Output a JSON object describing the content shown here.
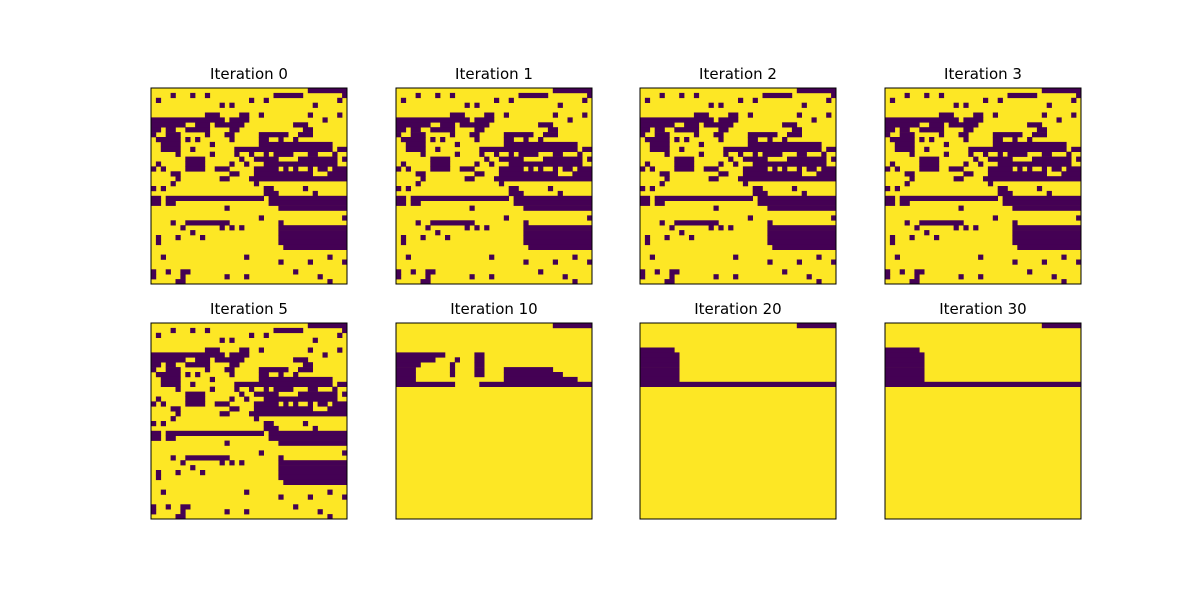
{
  "chart_data": {
    "type": "heatmap",
    "grid_size": 40,
    "colors": {
      "on": "#fde725",
      "off": "#440154",
      "frame": "#000000"
    },
    "axes_ticks": "none",
    "panels": [
      {
        "title": "Iteration 0",
        "rows": [
          "1111111111111111111111111111111100000000",
          "1111011101101111111111111000000111111110",
          "1011111111111111111101101111111111111101",
          "1111111111111101011111111111111110111111",
          "1111111111111111111111111111111111111111",
          "1111111111100011110011011111111101111101",
          "0000000000000001000011111111111111101111",
          "0000000110001000000111111111100011111111",
          "0010011000001111001111111111111001111111",
          "0110001111101110011111000000110001111111",
          "1000001010111111011111001101101111111111",
          "1100001111110111111111000000000000000111",
          "1100001101111111100000000000000000000100",
          "1111101111110111101101101000011100111011",
          "1111111000011111110110000011110000000010",
          "1011111000011111011011100000000000000011",
          "0101111000011000111110000010101101001000",
          "1111001111111111001110000000000001110000",
          "1111101111111100111100000000000000000000",
          "1111011111111111111110111111111111111111",
          "0101111111111111111111100111111011111111",
          "1111111111111111111111100011111110111111",
          "0010000000000000000000010000000000000000",
          "0010011111111111111111110000000000000000",
          "1111111111111110111111111100000000000000",
          "1111111111111111111111111111111111111111",
          "1111111111111111111111011111111111111110",
          "1111011000000000111111111101111111111111",
          "1111110111111101010111111100000000000000",
          "1111111101111111111111111100000000000000",
          "1011101111011111111111111100000000000000",
          "1011111111111111111111111100000000000000",
          "1111111111111111111111111110000000000000",
          "1111111111111111111111111111111111111111",
          "1101111111111111111011111111111111110111",
          "1111111111111111111111111101111101111110",
          "1111111111111111111111111111111111111111",
          "0110110011111111111111111111101111111111",
          "0111110111111110111011111111111111011111",
          "1111100111111111111111111111111111110111"
        ]
      },
      {
        "title": "Iteration 1",
        "rows": [
          "1111111111111111111111111111111100000000",
          "1111011101101111111111111000000111111110",
          "1011111111111111111101101111111111111101",
          "1111111111111101011111111111111110111111",
          "1111111111111111111111111111111111111111",
          "1111111111100011110011011111111101111101",
          "0000000000000001000011111111111111101111",
          "0000000110001000000111111111100011111111",
          "0010011000001111001111111111111001111111",
          "0110001111101110011111000000110001111111",
          "1000001010111111011111001101101111111111",
          "1100001111110111111111000000000000000111",
          "1100001101111111100000000000000000000100",
          "1111101111110111101101101000011100111011",
          "1111111000011111110110000011110000000010",
          "1011111000011111011011100000000000000011",
          "0101111000011000111110000010101101001000",
          "1111001111111111001110000000000001110000",
          "1111101111111100111100000000000000000000",
          "1111011111111111111110111111111111111111",
          "0101111111111111111111100111111011111111",
          "1111111111111111111111100011111110111111",
          "0010000000000000000000010000000000000000",
          "0010011111111111111111110000000000000000",
          "1111111111111110111111111100000000000000",
          "1111111111111111111111111111111111111111",
          "1111111111111111111111011111111111111110",
          "1111011000000000111111111101111111111111",
          "1111110111111101010111111100000000000000",
          "1111111101111111111111111100000000000000",
          "1011101111011111111111111100000000000000",
          "1011111111111111111111111100000000000000",
          "1111111111111111111111111110000000000000",
          "1111111111111111111111111111111111111111",
          "1101111111111111111011111111111111110111",
          "1111111111111111111111111101111101111110",
          "1111111111111111111111111111111111111111",
          "0110110011111111111111111111101111111111",
          "0111110111111110111011111111111111011111",
          "1111100111111111111111111111111111110111"
        ]
      },
      {
        "title": "Iteration 2",
        "rows": [
          "1111111111111111111111111111111100000000",
          "1111011101101111111111111000000111111110",
          "1011111111111111111101101111111111111101",
          "1111111111111101011111111111111110111111",
          "1111111111111111111111111111111111111111",
          "1111111111100011110011011111111101111101",
          "0000000000000001000011111111111111101111",
          "0000000110001000000111111111100011111111",
          "0010011000001111001111111111111001111111",
          "0110001111101110011111000000110001111111",
          "1000001010111111011111001101101111111111",
          "1100001111110111111111000000000000000111",
          "1100001101111111100000000000000000000100",
          "1111101111110111101101101000011100111011",
          "1111111000011111110110000011110000000010",
          "1011111000011111011011100000000000000011",
          "0101111000011000111110000010101101001000",
          "1111001111111111001110000000000001110000",
          "1111101111111100111100000000000000000000",
          "1111011111111111111110111111111111111111",
          "0101111111111111111111100111111011111111",
          "1111111111111111111111100011111110111111",
          "0010000000000000000000010000000000000000",
          "0010011111111111111111110000000000000000",
          "1111111111111110111111111100000000000000",
          "1111111111111111111111111111111111111111",
          "1111111111111111111111011111111111111110",
          "1111011000000000111111111101111111111111",
          "1111110111111101010111111100000000000000",
          "1111111101111111111111111100000000000000",
          "1011101111011111111111111100000000000000",
          "1011111111111111111111111100000000000000",
          "1111111111111111111111111110000000000000",
          "1111111111111111111111111111111111111111",
          "1101111111111111111011111111111111110111",
          "1111111111111111111111111101111101111110",
          "1111111111111111111111111111111111111111",
          "0110110011111111111111111111101111111111",
          "0111110111111110111011111111111111011111",
          "1111100111111111111111111111111111110111"
        ]
      },
      {
        "title": "Iteration 3",
        "rows": [
          "1111111111111111111111111111111100000000",
          "1111011101101111111111111000000111111110",
          "1011111111111111111101101111111111111101",
          "1111111111111101011111111111111110111111",
          "1111111111111111111111111111111111111111",
          "1111111111100011110011011111111101111101",
          "0000000000000001000011111111111111101111",
          "0000000110001000000111111111100011111111",
          "0010011000001111001111111111111001111111",
          "0110001111101110011111000000110001111111",
          "1000001010111111011111001101101111111111",
          "1100001111110111111111000000000000000111",
          "1100001101111111100000000000000000000100",
          "1111101111110111101101101000011100111011",
          "1111111000011111110110000011110000000010",
          "1011111000011111011011100000000000000011",
          "0101111000011000111110000010101101001000",
          "1111001111111111001110000000000001110000",
          "1111101111111100111100000000000000000000",
          "1111011111111111111110111111111111111111",
          "0101111111111111111111100111111011111111",
          "1111111111111111111111100011111110111111",
          "0010000000000000000000010000000000000000",
          "0010011111111111111111110000000000000000",
          "1111111111111110111111111100000000000000",
          "1111111111111111111111111111111111111111",
          "1111111111111111111111011111111111111110",
          "1111011000000000111111111101111111111111",
          "1111110111111101010111111100000000000000",
          "1111111101111111111111111100000000000000",
          "1011101111011111111111111100000000000000",
          "1011111111111111111111111100000000000000",
          "1111111111111111111111111110000000000000",
          "1111111111111111111111111111111111111111",
          "1101111111111111111011111111111111110111",
          "1111111111111111111111111101111101111110",
          "1111111111111111111111111111111111111111",
          "0110110011111111111111111111101111111111",
          "0111110111111110111011111111111111011111",
          "1111100111111111111111111111111111110111"
        ]
      },
      {
        "title": "Iteration 5",
        "rows": [
          "1111111111111111111111111111111100000000",
          "1111011101101111111111111000000111111110",
          "1011111111111111111101101111111111111101",
          "1111111111111101011111111111111110111111",
          "1111111111111111111111111111111111111111",
          "1111111111100011110011011111111101111101",
          "0000000000000001000011111111111111101111",
          "0000000110001000000111111111100011111111",
          "0010011000001111001111111111111001111111",
          "0110001111101110011111000000110001111111",
          "1000001010111111011111001101101111111111",
          "1100001111110111111111000000000000000111",
          "1100001101111111100000000000000000000100",
          "1111101111110111101101101000011100111011",
          "1111111000011111110110000011110000000010",
          "1011111000011111011011100000000000000011",
          "0101111000011000111110000010101101001000",
          "1111001111111111001110000000000001110000",
          "1111101111111100111100000000000000000000",
          "1111011111111111111110111111111111111111",
          "0101111111111111111111100111111011111111",
          "1111111111111111111111100011111110111111",
          "0010000000000000000000010000000000000000",
          "0010011111111111111111110000000000000000",
          "1111111111111110111111111100000000000000",
          "1111111111111111111111111111111111111111",
          "1111111111111111111111011111111111111110",
          "1111011000000000111111111101111111111111",
          "1111110111111101010111111100000000000000",
          "1111111101111111111111111100000000000000",
          "1011101111011111111111111100000000000000",
          "1011111111111111111111111100000000000000",
          "1111111111111111111111111110000000000000",
          "1111111111111111111111111111111111111111",
          "1101111111111111111011111111111111110111",
          "1111111111111111111111111101111101111110",
          "1111111111111111111111111111111111111111",
          "0110110011111111111111111111101111111111",
          "0111110111111110111011111111111111011111",
          "1111100111111111111111111111111111110111"
        ]
      },
      {
        "title": "Iteration 10",
        "rows": [
          "1111111111111111111111111111111100000000",
          "1111111111111111111111111111111111111111",
          "1111111111111111111111111111111111111111",
          "1111111111111111111111111111111111111111",
          "1111111111111111111111111111111111111111",
          "1111111111111111111111111111111111111111",
          "0000000000111111001111111111111111111111",
          "0000000011110111001111111111111111111111",
          "0000011111101111001111111111111111111111",
          "0000111111101111001111000000000011111111",
          "0000111111101111001111000000000000111111",
          "0000111111111111111111000000000000000111",
          "0000000000001111100000000000000000000000",
          "1111111111111111111111111111111111111111",
          "1111111111111111111111111111111111111111",
          "1111111111111111111111111111111111111111",
          "1111111111111111111111111111111111111111",
          "1111111111111111111111111111111111111111",
          "1111111111111111111111111111111111111111",
          "1111111111111111111111111111111111111111",
          "1111111111111111111111111111111111111111",
          "1111111111111111111111111111111111111111",
          "1111111111111111111111111111111111111111",
          "1111111111111111111111111111111111111111",
          "1111111111111111111111111111111111111111",
          "1111111111111111111111111111111111111111",
          "1111111111111111111111111111111111111111",
          "1111111111111111111111111111111111111111",
          "1111111111111111111111111111111111111111",
          "1111111111111111111111111111111111111111",
          "1111111111111111111111111111111111111111",
          "1111111111111111111111111111111111111111",
          "1111111111111111111111111111111111111111",
          "1111111111111111111111111111111111111111",
          "1111111111111111111111111111111111111111",
          "1111111111111111111111111111111111111111",
          "1111111111111111111111111111111111111111",
          "1111111111111111111111111111111111111111",
          "1111111111111111111111111111111111111111",
          "1111111111111111111111111111111111111111"
        ]
      },
      {
        "title": "Iteration 20",
        "rows": [
          "1111111111111111111111111111111100000000",
          "1111111111111111111111111111111111111111",
          "1111111111111111111111111111111111111111",
          "1111111111111111111111111111111111111111",
          "1111111111111111111111111111111111111111",
          "0000000111111111111111111111111111111111",
          "0000000011111111111111111111111111111111",
          "0000000011111111111111111111111111111111",
          "0000000011111111111111111111111111111111",
          "0000000011111111111111111111111111111111",
          "0000000011111111111111111111111111111111",
          "0000000011111111111111111111111111111111",
          "0000000000000000000000000000000000000000",
          "1111111111111111111111111111111111111111",
          "1111111111111111111111111111111111111111",
          "1111111111111111111111111111111111111111",
          "1111111111111111111111111111111111111111",
          "1111111111111111111111111111111111111111",
          "1111111111111111111111111111111111111111",
          "1111111111111111111111111111111111111111",
          "1111111111111111111111111111111111111111",
          "1111111111111111111111111111111111111111",
          "1111111111111111111111111111111111111111",
          "1111111111111111111111111111111111111111",
          "1111111111111111111111111111111111111111",
          "1111111111111111111111111111111111111111",
          "1111111111111111111111111111111111111111",
          "1111111111111111111111111111111111111111",
          "1111111111111111111111111111111111111111",
          "1111111111111111111111111111111111111111",
          "1111111111111111111111111111111111111111",
          "1111111111111111111111111111111111111111",
          "1111111111111111111111111111111111111111",
          "1111111111111111111111111111111111111111",
          "1111111111111111111111111111111111111111",
          "1111111111111111111111111111111111111111",
          "1111111111111111111111111111111111111111",
          "1111111111111111111111111111111111111111",
          "1111111111111111111111111111111111111111",
          "1111111111111111111111111111111111111111"
        ]
      },
      {
        "title": "Iteration 30",
        "rows": [
          "1111111111111111111111111111111100000000",
          "1111111111111111111111111111111111111111",
          "1111111111111111111111111111111111111111",
          "1111111111111111111111111111111111111111",
          "1111111111111111111111111111111111111111",
          "0000000111111111111111111111111111111111",
          "0000000011111111111111111111111111111111",
          "0000000011111111111111111111111111111111",
          "0000000011111111111111111111111111111111",
          "0000000011111111111111111111111111111111",
          "0000000011111111111111111111111111111111",
          "0000000011111111111111111111111111111111",
          "0000000000000000000000000000000000000000",
          "1111111111111111111111111111111111111111",
          "1111111111111111111111111111111111111111",
          "1111111111111111111111111111111111111111",
          "1111111111111111111111111111111111111111",
          "1111111111111111111111111111111111111111",
          "1111111111111111111111111111111111111111",
          "1111111111111111111111111111111111111111",
          "1111111111111111111111111111111111111111",
          "1111111111111111111111111111111111111111",
          "1111111111111111111111111111111111111111",
          "1111111111111111111111111111111111111111",
          "1111111111111111111111111111111111111111",
          "1111111111111111111111111111111111111111",
          "1111111111111111111111111111111111111111",
          "1111111111111111111111111111111111111111",
          "1111111111111111111111111111111111111111",
          "1111111111111111111111111111111111111111",
          "1111111111111111111111111111111111111111",
          "1111111111111111111111111111111111111111",
          "1111111111111111111111111111111111111111",
          "1111111111111111111111111111111111111111",
          "1111111111111111111111111111111111111111",
          "1111111111111111111111111111111111111111",
          "1111111111111111111111111111111111111111",
          "1111111111111111111111111111111111111111",
          "1111111111111111111111111111111111111111",
          "1111111111111111111111111111111111111111"
        ]
      }
    ]
  }
}
